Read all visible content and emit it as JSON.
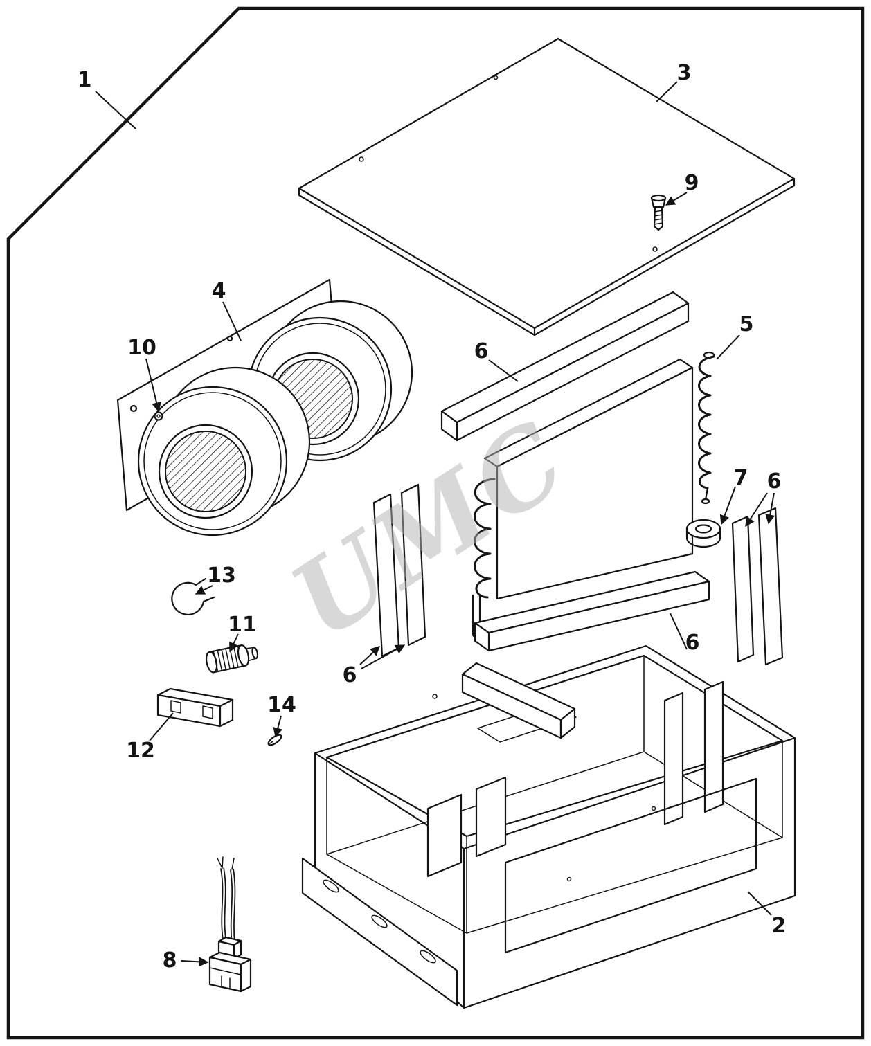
{
  "diagram": {
    "watermark": "UMC",
    "callouts": {
      "border": "1",
      "housing_box": "2",
      "top_panel": "3",
      "blower_assembly": "4",
      "coil_tube": "5",
      "strip_top": "6",
      "strip_right": "6",
      "strip_mid": "6",
      "strip_left": "6",
      "grommet": "7",
      "connector": "8",
      "panel_screw": "9",
      "blower_screw": "10",
      "resistor": "11",
      "bracket": "12",
      "clamp": "13",
      "box_screw": "14"
    }
  }
}
